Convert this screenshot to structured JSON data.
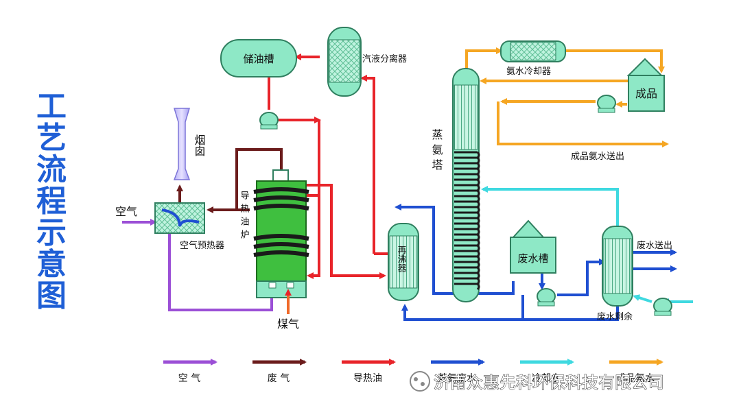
{
  "title": "工艺流程示意图",
  "equipment": {
    "oil_tank": "储油槽",
    "separator": "汽液分离器",
    "chimney": "烟囱",
    "air_preheater": "空气预热器",
    "furnace": "导热油炉",
    "gas_inlet": "煤气",
    "reboiler": "再沸器",
    "stripper": "蒸氨塔",
    "ammonia_cooler": "氨水冷却器",
    "product": "成品",
    "product_out": "成品氨水送出",
    "waste_tank": "废水槽",
    "waste_out": "废水送出",
    "waste_residual": "废水剩余"
  },
  "inputs": {
    "air_in": "空气"
  },
  "legend": [
    {
      "label": "空 气",
      "color": "#9b4fd6"
    },
    {
      "label": "废 气",
      "color": "#6b1c1c"
    },
    {
      "label": "导热油",
      "color": "#e8242a"
    },
    {
      "label": "蒸氨废水",
      "color": "#1f4fd1"
    },
    {
      "label": "冷却水",
      "color": "#3fd9e0"
    },
    {
      "label": "成品氨水",
      "color": "#f5a623"
    }
  ],
  "watermark": "济南众惠先科环保科技有限公司",
  "colors": {
    "air": "#9b4fd6",
    "flue": "#6b1c1c",
    "oil": "#e8242a",
    "waste": "#1f4fd1",
    "cool": "#3fd9e0",
    "ammonia": "#f5a623",
    "equip": "#8ee8c6",
    "equip_stroke": "#2f7f5f",
    "title": "#1f5fd6"
  }
}
